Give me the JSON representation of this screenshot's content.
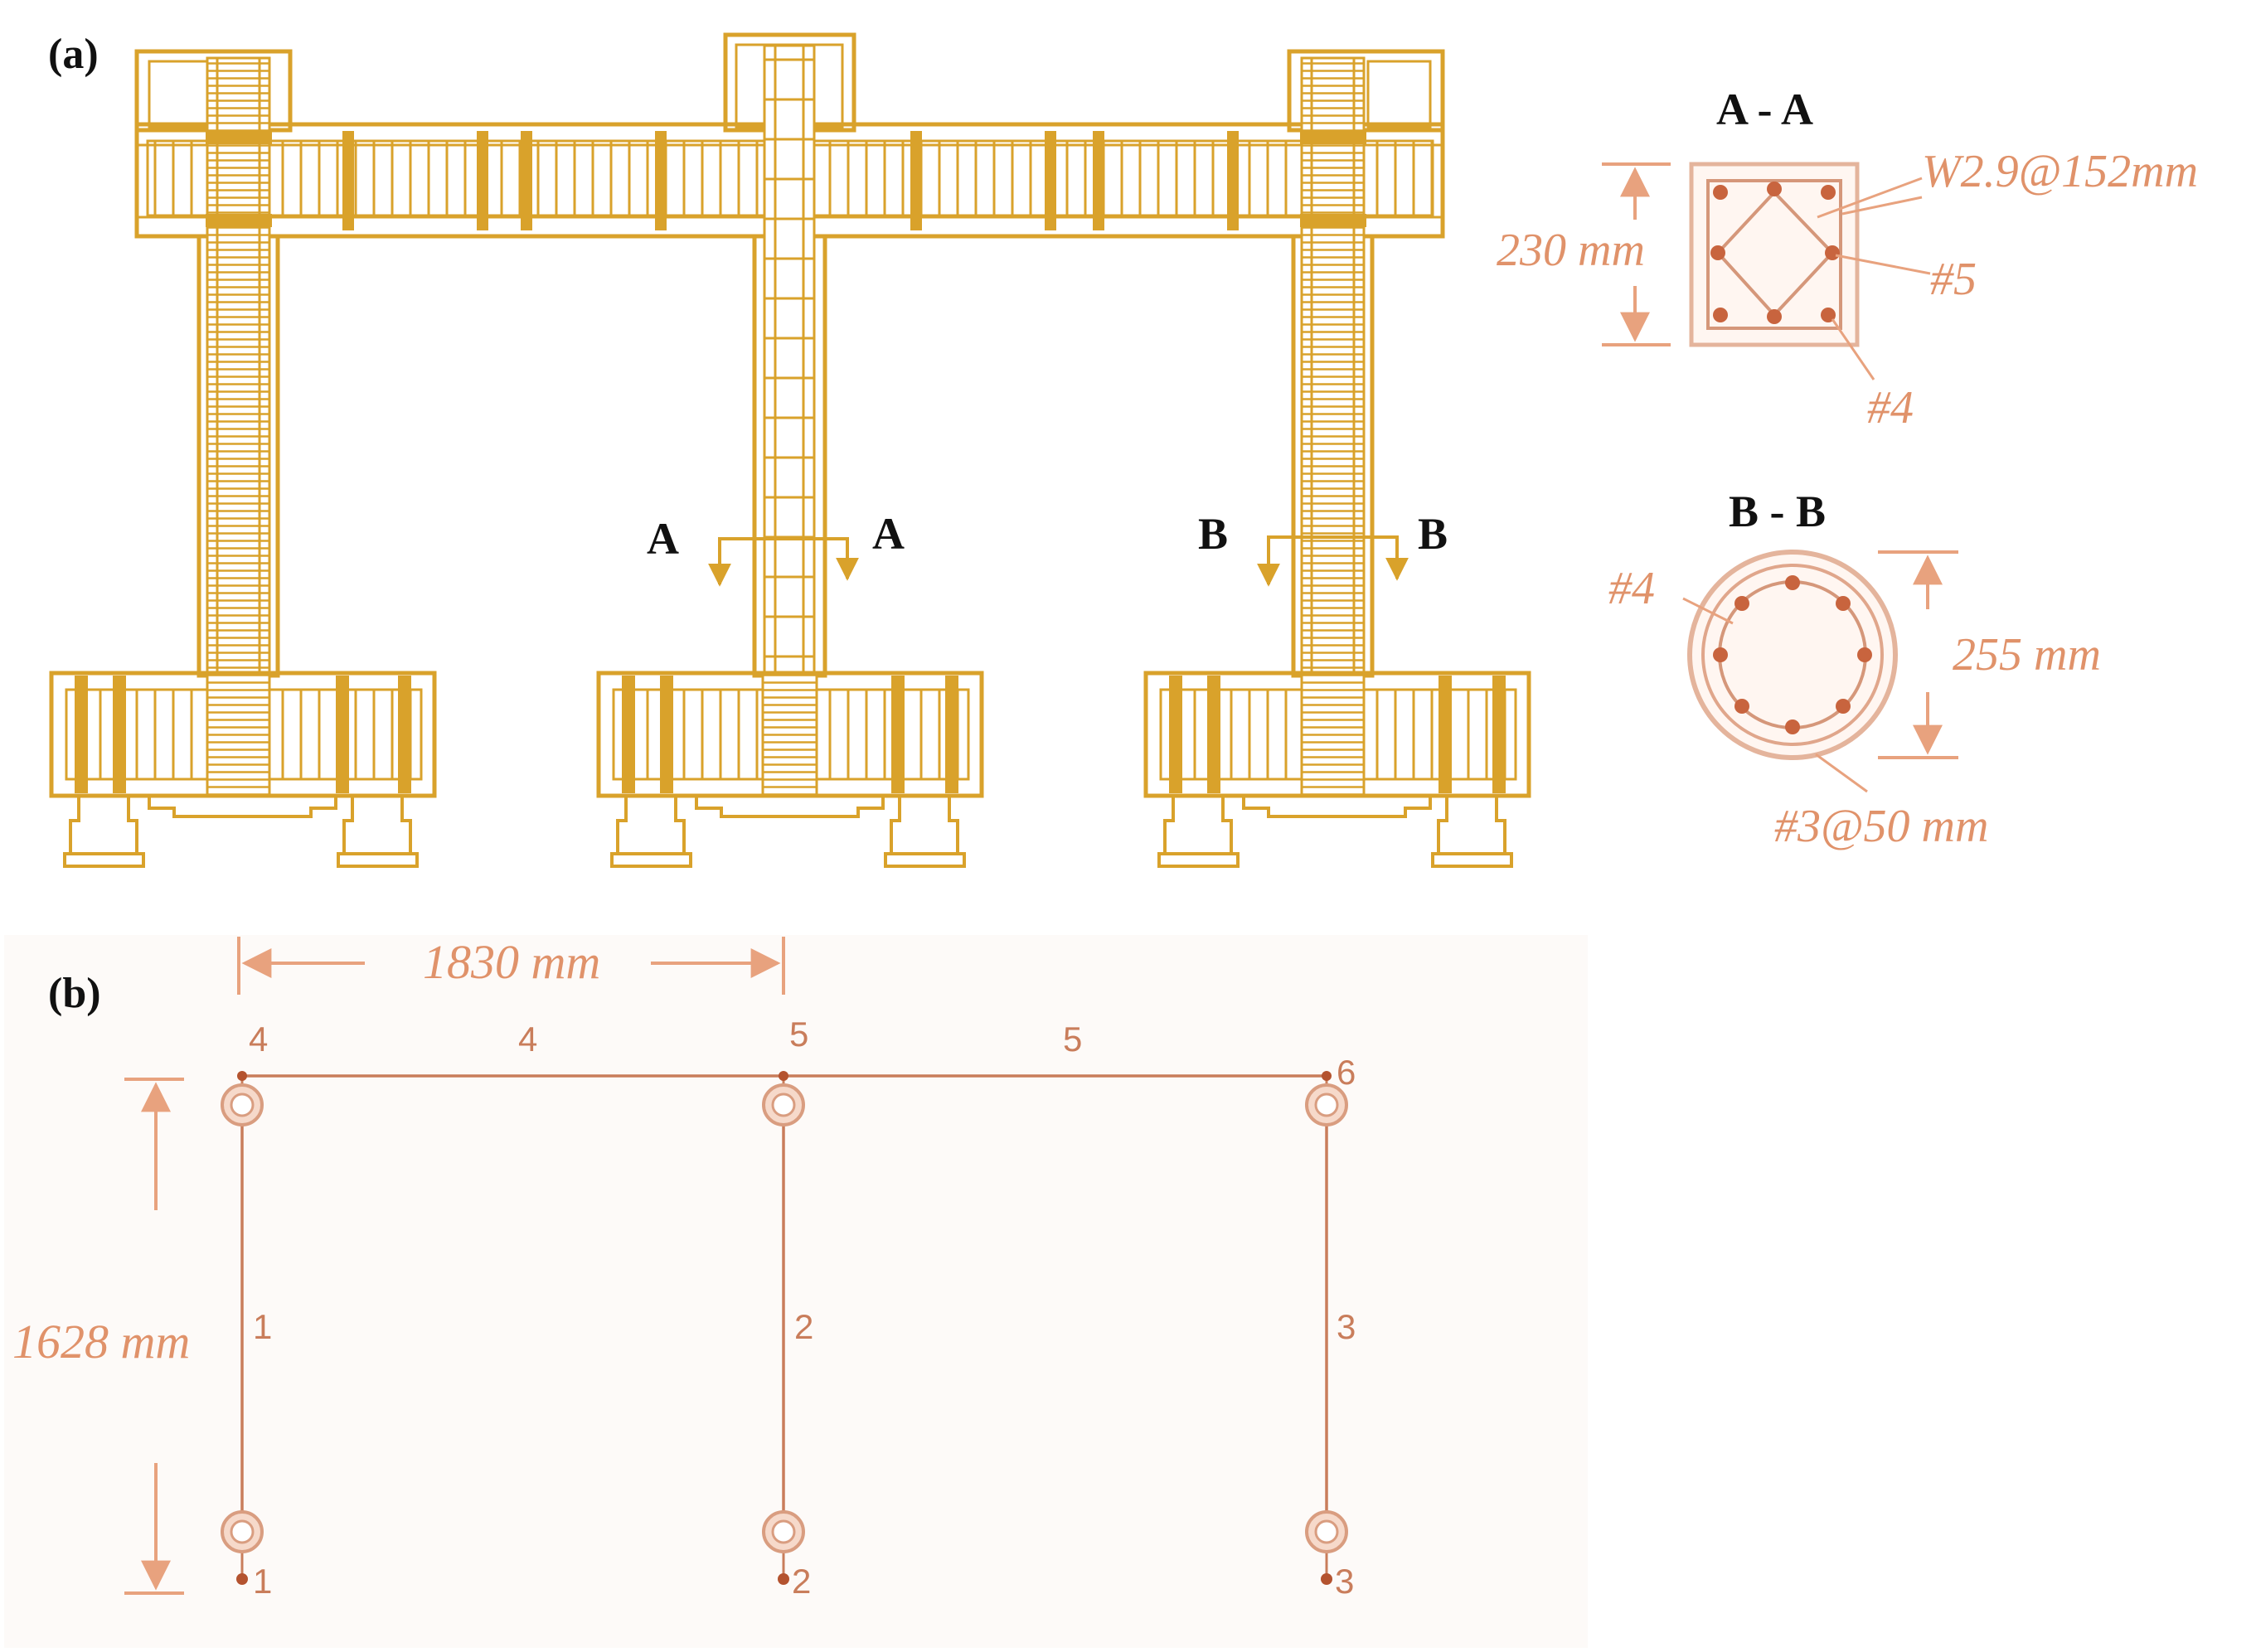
{
  "panel_a": {
    "label": "(a)",
    "cut_markers": {
      "a_left": "A",
      "a_right": "A",
      "b_left": "B",
      "b_right": "B"
    },
    "section_aa": {
      "title": "A - A",
      "dimension": "230 mm",
      "tie_label": "W2.9@152mm",
      "bar_label_side": "#5",
      "bar_label_corner": "#4"
    },
    "section_bb": {
      "title": "B - B",
      "dimension": "255 mm",
      "bar_label": "#4",
      "spiral_label": "#3@50 mm"
    }
  },
  "panel_b": {
    "label": "(b)",
    "span_dimension": "1830 mm",
    "height_dimension": "1628 mm",
    "nodes": [
      "1",
      "2",
      "3",
      "4",
      "5",
      "6"
    ],
    "elements": [
      "1",
      "2",
      "3",
      "4",
      "5"
    ]
  },
  "colors": {
    "frame_gold": "#d9a22b",
    "dimension_orange": "#e0926a",
    "model_line": "#c97d5b",
    "rebar_dot": "#c8643e"
  }
}
